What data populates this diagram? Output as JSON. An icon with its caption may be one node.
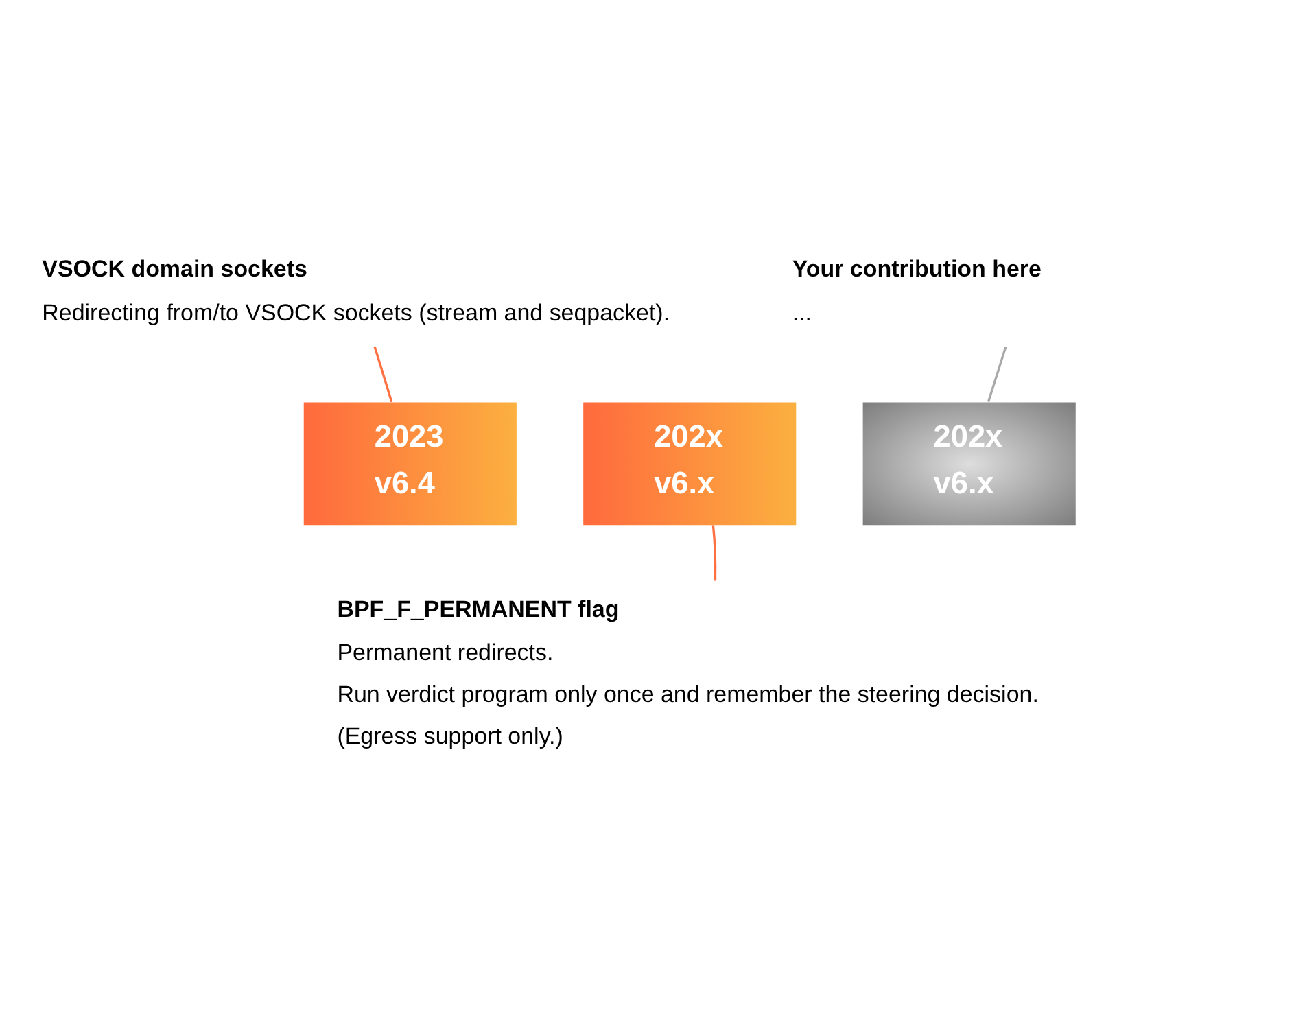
{
  "diagram": {
    "nodes": [
      {
        "text": [
          "2023",
          "v6.4"
        ]
      },
      {
        "text": [
          "202x",
          "v6.x"
        ]
      },
      {
        "text": [
          "202x",
          "v6.x"
        ]
      },
      {
        "text": [
          "VSOCK domain sockets",
          "Redirecting from/to VSOCK sockets (stream and seqpacket)."
        ]
      },
      {
        "text": [
          "BPF_F_PERMANENT flag",
          "Permanent redirects.",
          "Run verdict program only once and remember the steering decision.",
          "(Egress support only.)"
        ]
      },
      {
        "text": [
          "Your contribution here",
          "..."
        ]
      }
    ],
    "edges": [
      {
        "from": 3,
        "to": 0,
        "arrow": "none"
      },
      {
        "from": 4,
        "to": 1,
        "arrow": "none"
      },
      {
        "from": 5,
        "to": 2,
        "arrow": "none",
        "color": "#aaaaaa"
      }
    ]
  }
}
